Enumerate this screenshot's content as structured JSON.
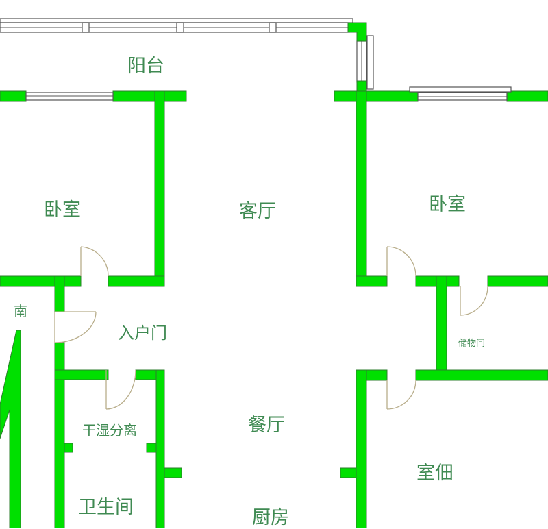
{
  "title": "户型平面图",
  "colors": {
    "wall": "#00e000",
    "label": "#3f8a52",
    "door": "#b8ad8a"
  },
  "rooms": {
    "balcony": "阳台",
    "bedroom_left": "卧室",
    "living_room": "客厅",
    "bedroom_right": "卧室",
    "south": "南",
    "entrance": "入户门",
    "storage": "储物间",
    "dry_wet": "干湿分离",
    "dining": "餐厅",
    "bedroom_lower": "室佃",
    "bathroom": "卫生间",
    "kitchen": "厨房"
  }
}
